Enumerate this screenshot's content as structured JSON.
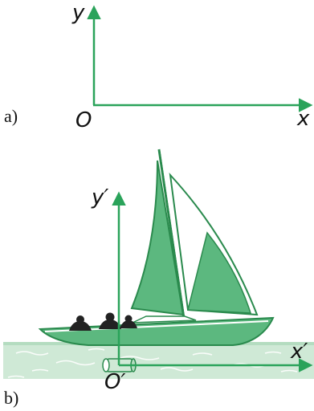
{
  "figure_a": {
    "part_label": "a)",
    "origin_label": "O",
    "x_label": "x",
    "y_label": "y"
  },
  "figure_b": {
    "part_label": "b)",
    "origin_label": "O′",
    "x_label": "x′",
    "y_label": "y′"
  },
  "colors": {
    "axis": "#2aa35a",
    "sail_fill": "#5cb87f",
    "hull": "#5cb87f",
    "water": "#cfe9d6",
    "people": "#222222"
  }
}
